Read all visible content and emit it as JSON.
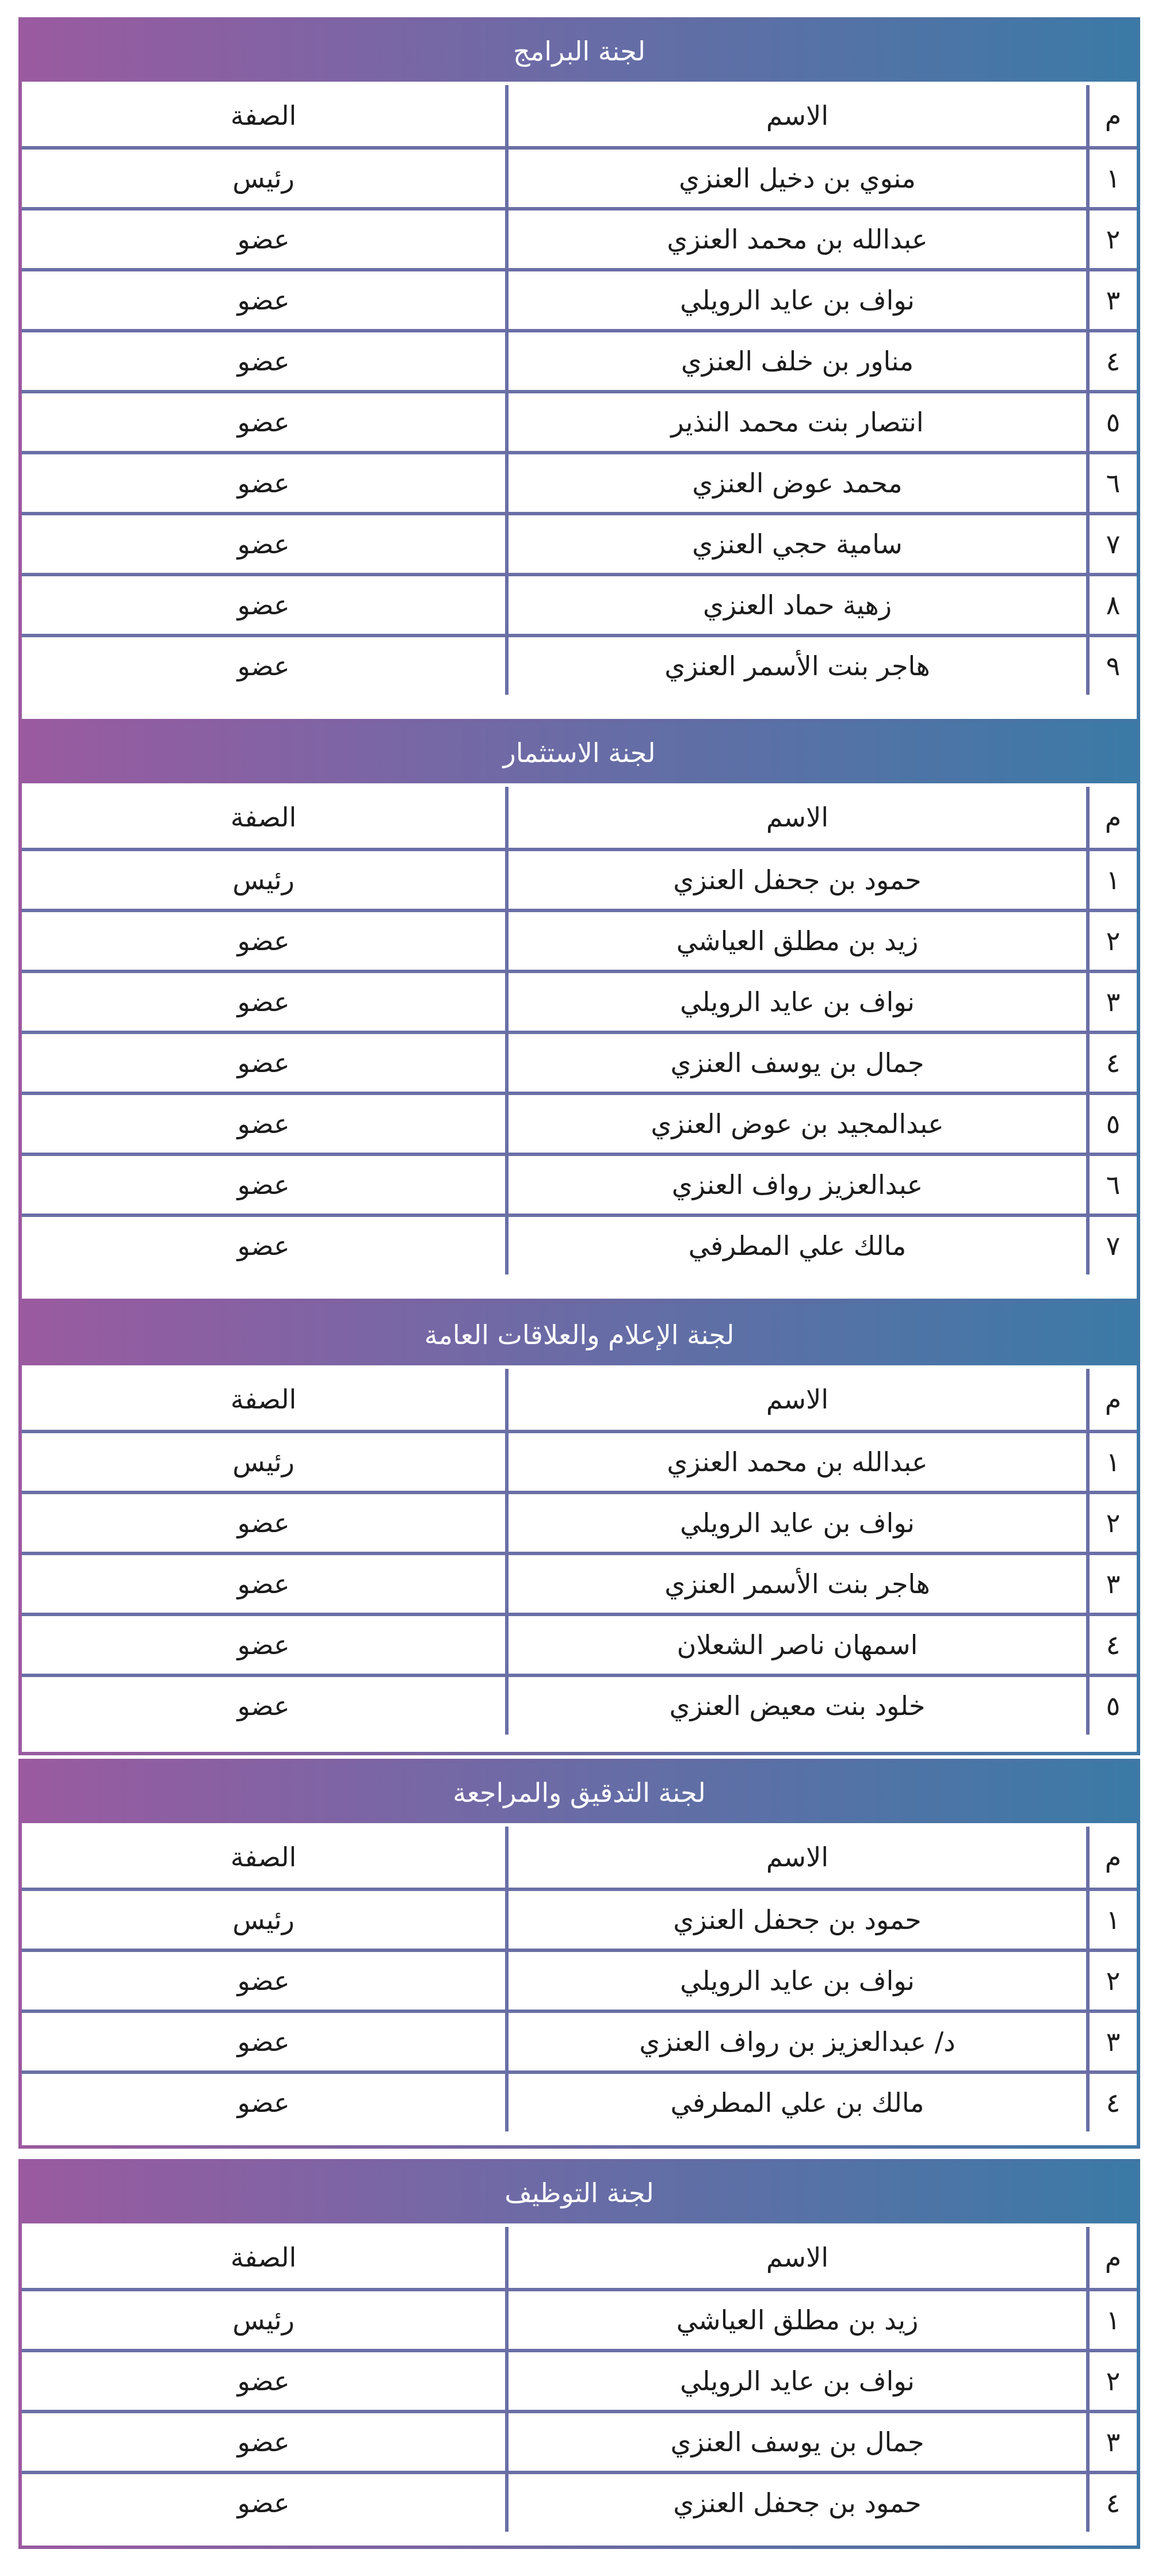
{
  "columns": {
    "num": "م",
    "name": "الاسم",
    "role": "الصفة"
  },
  "committees": [
    {
      "title": "لجنة البرامج",
      "members": [
        {
          "num": "١",
          "name": "منوي بن دخيل العنزي",
          "role": "رئيس"
        },
        {
          "num": "٢",
          "name": "عبدالله بن محمد العنزي",
          "role": "عضو"
        },
        {
          "num": "٣",
          "name": "نواف بن عايد الرويلي",
          "role": "عضو"
        },
        {
          "num": "٤",
          "name": "مناور بن خلف العنزي",
          "role": "عضو"
        },
        {
          "num": "٥",
          "name": "انتصار بنت محمد النذير",
          "role": "عضو"
        },
        {
          "num": "٦",
          "name": "محمد عوض العنزي",
          "role": "عضو"
        },
        {
          "num": "٧",
          "name": "سامية حجي العنزي",
          "role": "عضو"
        },
        {
          "num": "٨",
          "name": "زهية حماد العنزي",
          "role": "عضو"
        },
        {
          "num": "٩",
          "name": "هاجر بنت الأسمر العنزي",
          "role": "عضو"
        }
      ]
    },
    {
      "title": "لجنة الاستثمار",
      "members": [
        {
          "num": "١",
          "name": "حمود بن جحفل العنزي",
          "role": "رئيس"
        },
        {
          "num": "٢",
          "name": "زيد بن مطلق العياشي",
          "role": "عضو"
        },
        {
          "num": "٣",
          "name": "نواف بن عايد الرويلي",
          "role": "عضو"
        },
        {
          "num": "٤",
          "name": "جمال بن يوسف العنزي",
          "role": "عضو"
        },
        {
          "num": "٥",
          "name": "عبدالمجيد بن عوض العنزي",
          "role": "عضو"
        },
        {
          "num": "٦",
          "name": "عبدالعزيز رواف العنزي",
          "role": "عضو"
        },
        {
          "num": "٧",
          "name": "مالك علي المطرفي",
          "role": "عضو"
        }
      ]
    },
    {
      "title": "لجنة الإعلام والعلاقات العامة",
      "members": [
        {
          "num": "١",
          "name": "عبدالله بن محمد العنزي",
          "role": "رئيس"
        },
        {
          "num": "٢",
          "name": "نواف بن عايد الرويلي",
          "role": "عضو"
        },
        {
          "num": "٣",
          "name": "هاجر بنت الأسمر العنزي",
          "role": "عضو"
        },
        {
          "num": "٤",
          "name": "اسمهان ناصر الشعلان",
          "role": "عضو"
        },
        {
          "num": "٥",
          "name": "خلود بنت معيض العنزي",
          "role": "عضو"
        }
      ]
    },
    {
      "title": "لجنة التدقيق والمراجعة",
      "members": [
        {
          "num": "١",
          "name": "حمود بن جحفل العنزي",
          "role": "رئيس"
        },
        {
          "num": "٢",
          "name": "نواف بن عايد الرويلي",
          "role": "عضو"
        },
        {
          "num": "٣",
          "name": "د/ عبدالعزيز بن رواف العنزي",
          "role": "عضو"
        },
        {
          "num": "٤",
          "name": "مالك بن علي المطرفي",
          "role": "عضو"
        }
      ]
    },
    {
      "title": "لجنة التوظيف",
      "members": [
        {
          "num": "١",
          "name": "زيد بن مطلق العياشي",
          "role": "رئيس"
        },
        {
          "num": "٢",
          "name": "نواف بن عايد الرويلي",
          "role": "عضو"
        },
        {
          "num": "٣",
          "name": "جمال بن يوسف العنزي",
          "role": "عضو"
        },
        {
          "num": "٤",
          "name": "حمود بن جحفل العنزي",
          "role": "عضو"
        }
      ]
    }
  ]
}
